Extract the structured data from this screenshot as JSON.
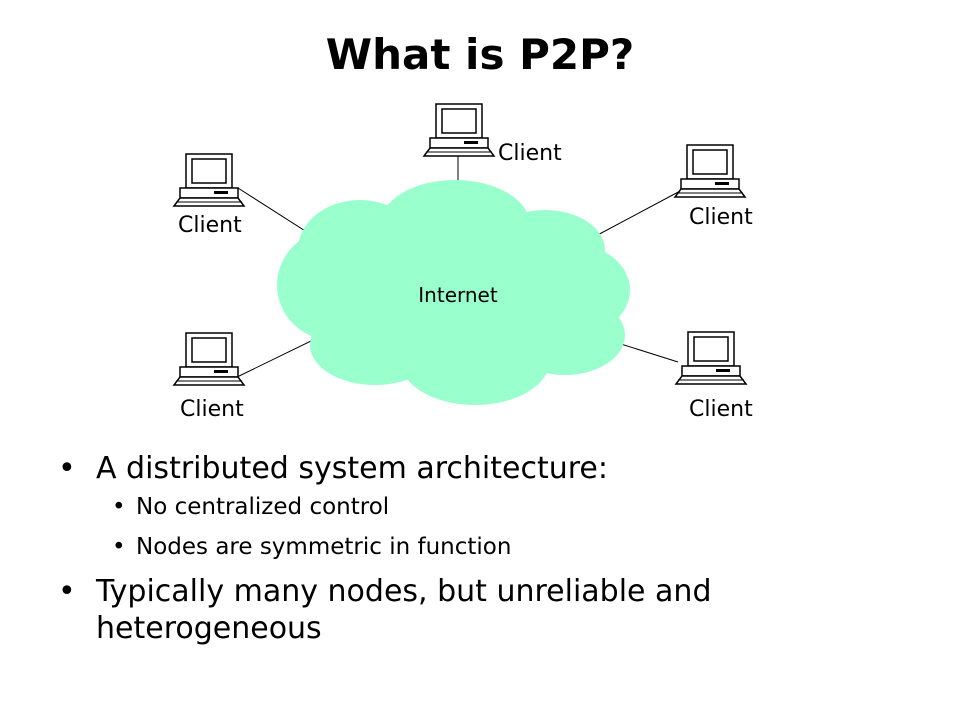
{
  "slide": {
    "title": "What is P2P?"
  },
  "diagram": {
    "cloud_label": "Internet",
    "client_label": "Client",
    "cloud_color": "#99ffcc"
  },
  "bullets": [
    {
      "text": "A distributed system architecture:",
      "sub": [
        "No centralized control",
        "Nodes are  symmetric in function"
      ]
    },
    {
      "text": "Typically many nodes, but unreliable and heterogeneous",
      "sub": []
    }
  ]
}
